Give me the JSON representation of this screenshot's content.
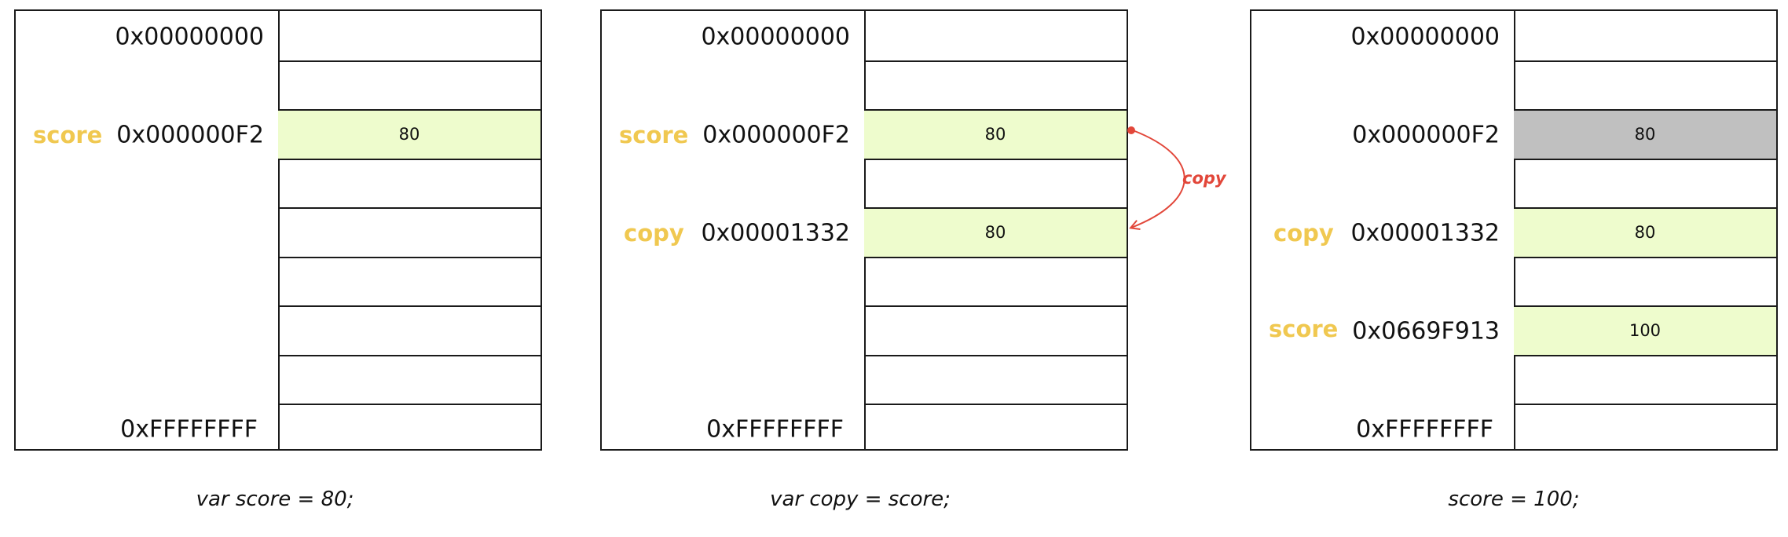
{
  "panels": [
    {
      "caption": "var score = 80;",
      "addr_top": "0x00000000",
      "addr_bottom": "0xFFFFFFFF",
      "addresses": [
        {
          "label": "0x000000F2",
          "var": "score"
        }
      ],
      "cells": [
        "",
        "",
        "80",
        "",
        "",
        "",
        "",
        "",
        ""
      ],
      "cell_states": [
        "",
        "",
        "hl",
        "",
        "",
        "",
        "",
        "",
        ""
      ]
    },
    {
      "caption": "var copy = score;",
      "addr_top": "0x00000000",
      "addr_bottom": "0xFFFFFFFF",
      "addresses": [
        {
          "label": "0x000000F2",
          "var": "score"
        },
        {
          "label": "0x00001332",
          "var": "copy"
        }
      ],
      "cells": [
        "",
        "",
        "80",
        "",
        "80",
        "",
        "",
        "",
        ""
      ],
      "cell_states": [
        "",
        "",
        "hl",
        "",
        "hl",
        "",
        "",
        "",
        ""
      ],
      "arrow_label": "copy"
    },
    {
      "caption": "score = 100;",
      "addr_top": "0x00000000",
      "addr_bottom": "0xFFFFFFFF",
      "addresses": [
        {
          "label": "0x000000F2",
          "var": ""
        },
        {
          "label": "0x00001332",
          "var": "copy"
        },
        {
          "label": "0x0669F913",
          "var": "score"
        }
      ],
      "cells": [
        "",
        "",
        "80",
        "",
        "80",
        "",
        "100",
        "",
        ""
      ],
      "cell_states": [
        "",
        "",
        "gray",
        "",
        "hl",
        "",
        "hl",
        "",
        ""
      ]
    }
  ],
  "colors": {
    "highlight": "#eefccd",
    "released": "#c0c0c0",
    "var_label": "#f0c850",
    "arrow": "#e2473a"
  }
}
